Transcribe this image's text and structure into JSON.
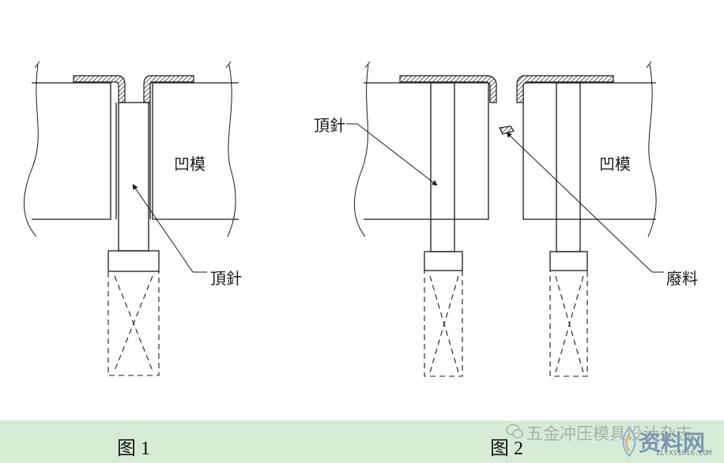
{
  "diagram": {
    "labels": {
      "ejector_pin": "頂針",
      "die": "凹模",
      "scrap": "廢料"
    },
    "captions": {
      "fig1": "图 1",
      "fig2": "图 2"
    }
  },
  "watermark": {
    "brand": "五金冲压模具设计杂志",
    "site": "资料网",
    "url": "ZL.XS1616.COM"
  }
}
